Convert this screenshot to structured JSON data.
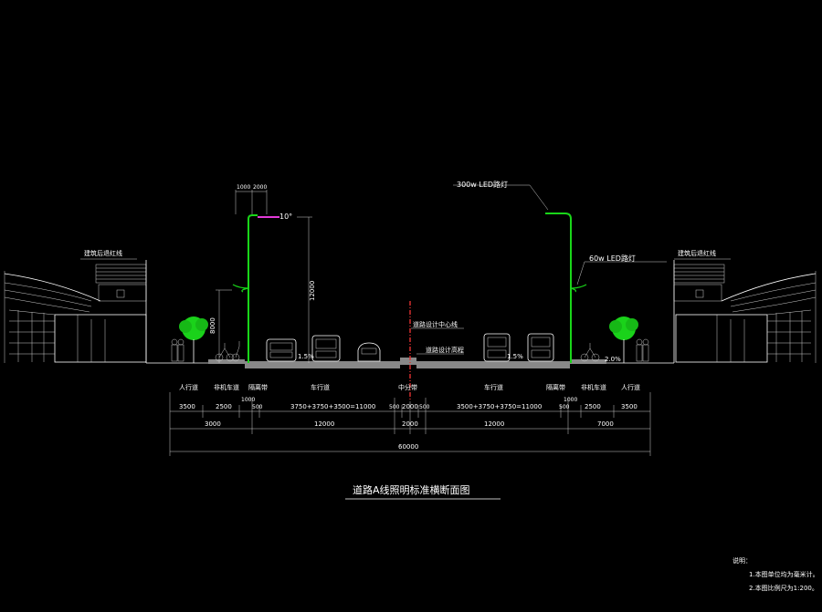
{
  "labels": {
    "lamp_300w": "300w LED路灯",
    "lamp_60w": "60w LED路灯",
    "angle": "10°",
    "arm_dims": [
      "1000",
      "2000"
    ],
    "pole_height": "12000",
    "small_pole_height": "8000",
    "bldg_left": "建筑后退红线",
    "bldg_right": "建筑后退红线",
    "road_center": "道路设计中心线",
    "design_elev": "道路设计高程",
    "slope_left": "1.5%",
    "slope_right": "1.5%",
    "slope_walk_right": "2.0%"
  },
  "zones": {
    "left": [
      "人行道",
      "非机车道",
      "隔离带",
      "车行道"
    ],
    "center": "中分带",
    "right": [
      "车行道",
      "隔离带",
      "非机车道",
      "人行道"
    ]
  },
  "dims": {
    "row1_left": [
      "3500",
      "2500",
      "1000",
      "500",
      "3750+3750+3500=11000",
      "500"
    ],
    "row1_center": "2000",
    "row1_right": [
      "500",
      "3500+3750+3750=11000",
      "500",
      "1000",
      "2500",
      "3500"
    ],
    "row2_left": [
      "3000",
      "12000"
    ],
    "row2_center": "2000",
    "row2_right": [
      "12000",
      "7000"
    ],
    "total": "60000"
  },
  "title": "道路A线照明标准横断面图",
  "notes": {
    "heading": "说明：",
    "items": [
      "1.本图单位均为毫米计。",
      "2.本图比例尺为1:200。"
    ]
  }
}
